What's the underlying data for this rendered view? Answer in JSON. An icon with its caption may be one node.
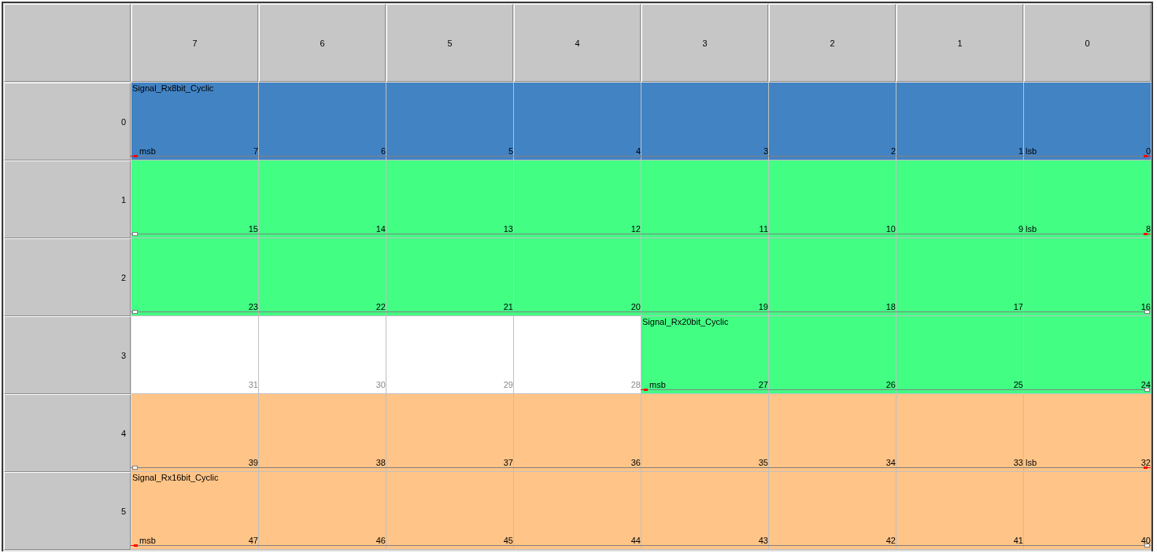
{
  "diagram": {
    "labels": [
      "7",
      "6",
      "5",
      "4",
      "3",
      "2",
      "1",
      "0",
      "0",
      "Signal_Rx8bit_Cyclic",
      "msb",
      "7",
      "6",
      "5",
      "4",
      "3",
      "2",
      "1",
      "lsb",
      "0",
      "1",
      "15",
      "14",
      "13",
      "12",
      "11",
      "10",
      "9",
      "lsb",
      "8",
      "2",
      "23",
      "22",
      "21",
      "20",
      "19",
      "18",
      "17",
      "16",
      "3",
      "31",
      "30",
      "29",
      "28",
      "Signal_Rx20bit_Cyclic",
      "msb",
      "27",
      "26",
      "25",
      "24",
      "4",
      "39",
      "38",
      "37",
      "36",
      "35",
      "34",
      "33",
      "lsb",
      "32",
      "5",
      "Signal_Rx16bit_Cyclic",
      "msb",
      "47",
      "46",
      "45",
      "44",
      "43",
      "42",
      "41",
      "40"
    ]
  }
}
